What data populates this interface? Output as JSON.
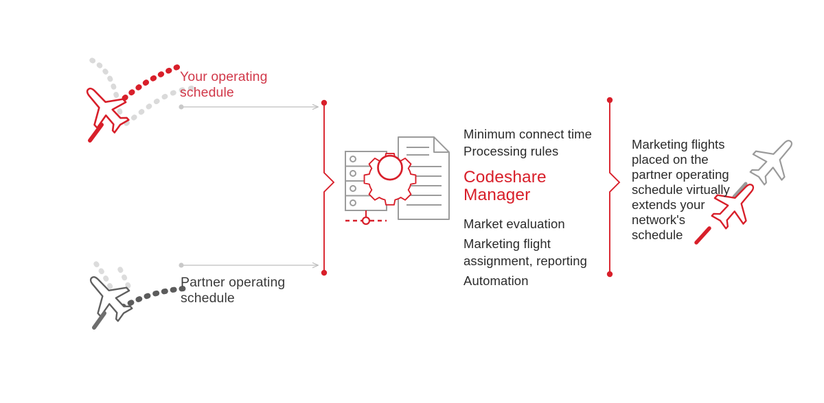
{
  "diagram": {
    "title": "Codeshare Manager flow diagram",
    "colors": {
      "red": "#D81F2A",
      "red_text": "#D1394A",
      "gray_dark": "#6E6E6E",
      "gray_mid": "#9A9A9A",
      "gray_light": "#D3D3D3",
      "text_dark": "#2B2B2B"
    },
    "left": {
      "top_label": "Your operating\nschedule",
      "bottom_label": "Partner operating\nschedule",
      "top_plane_name": "red-airplane",
      "bottom_plane_name": "gray-airplane"
    },
    "center": {
      "icon_name": "server-document-gear-icon",
      "items_above": [
        "Minimum connect time",
        "Processing rules"
      ],
      "title": "Codeshare\nManager",
      "items_below": [
        "Market evaluation",
        "Marketing flight\nassignment, reporting",
        "Automation"
      ]
    },
    "right": {
      "description": "Marketing flights\nplaced on the\npartner operating\nschedule virtually\nextends your\nnetwork's\nschedule",
      "plane_gray_name": "gray-airplane-outbound",
      "plane_red_name": "red-airplane-outbound"
    }
  }
}
